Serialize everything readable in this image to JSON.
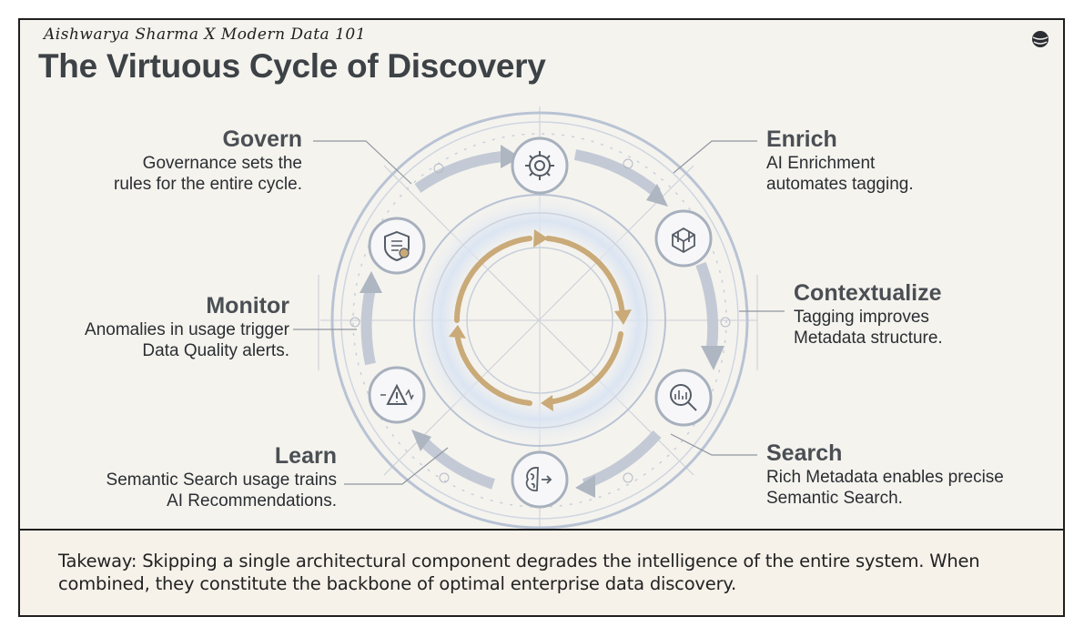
{
  "byline": "Aishwarya Sharma X Modern Data 101",
  "title": "The Virtuous Cycle of Discovery",
  "colors": {
    "ring": "#b9c4d6",
    "arrow": "#c8ced8",
    "inner_arrow": "#c9aa78",
    "glow": "#dbe5f3",
    "text": "#2a2e32"
  },
  "stages": {
    "govern": {
      "heading": "Govern",
      "description": [
        "Governance sets the",
        "rules for the entire cycle."
      ],
      "icon": "shield-document-icon"
    },
    "enrich": {
      "heading": "Enrich",
      "description": [
        "AI Enrichment",
        "automates tagging."
      ],
      "icon": "cubes-icon"
    },
    "contextualize": {
      "heading": "Contextualize",
      "description": [
        "Tagging improves",
        "Metadata structure."
      ],
      "icon": "cubes-icon"
    },
    "monitor": {
      "heading": "Monitor",
      "description": [
        "Anomalies in usage trigger",
        "Data Quality alerts."
      ],
      "icon": "warning-pulse-icon"
    },
    "learn": {
      "heading": "Learn",
      "description": [
        "Semantic Search usage trains",
        "AI Recommendations."
      ],
      "icon": "brain-icon"
    },
    "search": {
      "heading": "Search",
      "description": [
        "Rich Metadata enables precise",
        "Semantic Search."
      ],
      "icon": "magnifier-chart-icon"
    }
  },
  "top_icon": "gear-icon",
  "takeaway": "Takeway: Skipping a single architectural component degrades the intelligence of the entire system. When combined, they constitute the backbone of optimal enterprise data discovery."
}
